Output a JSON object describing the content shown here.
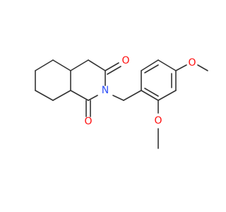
{
  "molecule": {
    "atoms": {
      "o_ketone_top": "O",
      "o_ketone_bottom": "O",
      "n_imide": "N",
      "o_methoxy_para": "O",
      "o_methoxy_meta": "O"
    },
    "colors": {
      "bond": "#333333",
      "oxygen": "#ff0d0d",
      "nitrogen": "#3050f8",
      "background": "#ffffff"
    }
  }
}
